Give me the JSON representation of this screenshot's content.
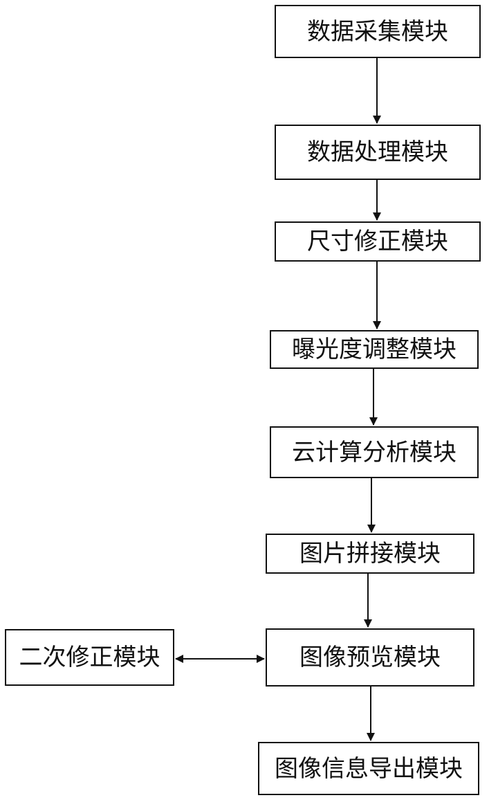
{
  "diagram": {
    "nodes": {
      "data_collection": "数据采集模块",
      "data_processing": "数据处理模块",
      "size_correction": "尺寸修正模块",
      "exposure_adjustment": "曝光度调整模块",
      "cloud_analysis": "云计算分析模块",
      "image_stitching": "图片拼接模块",
      "image_preview": "图像预览模块",
      "secondary_correction": "二次修正模块",
      "image_info_export": "图像信息导出模块"
    },
    "edges": [
      {
        "from": "data_collection",
        "to": "data_processing",
        "direction": "forward"
      },
      {
        "from": "data_processing",
        "to": "size_correction",
        "direction": "forward"
      },
      {
        "from": "size_correction",
        "to": "exposure_adjustment",
        "direction": "forward"
      },
      {
        "from": "exposure_adjustment",
        "to": "cloud_analysis",
        "direction": "forward"
      },
      {
        "from": "cloud_analysis",
        "to": "image_stitching",
        "direction": "forward"
      },
      {
        "from": "image_stitching",
        "to": "image_preview",
        "direction": "forward"
      },
      {
        "from": "secondary_correction",
        "to": "image_preview",
        "direction": "bidirectional"
      },
      {
        "from": "image_preview",
        "to": "image_info_export",
        "direction": "forward"
      }
    ],
    "colors": {
      "stroke": "#111111",
      "background": "#ffffff"
    }
  }
}
